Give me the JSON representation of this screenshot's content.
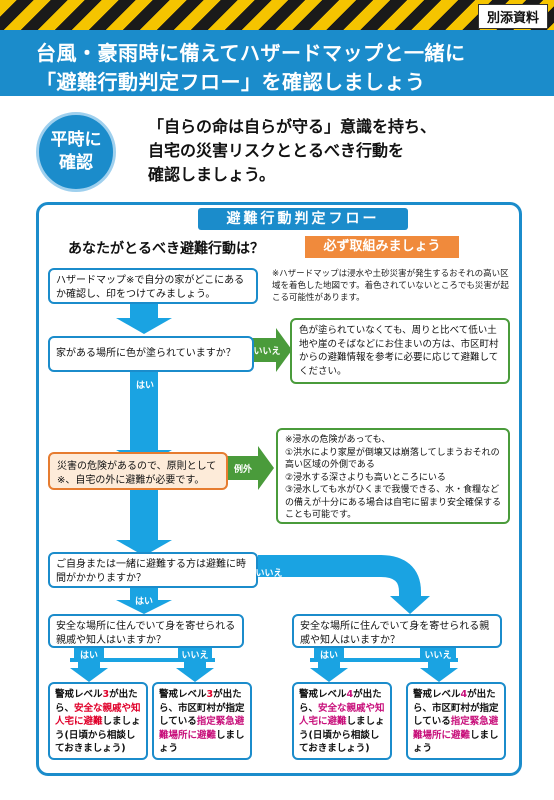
{
  "tag": "別添資料",
  "header": {
    "line1": "台風・豪雨時に備えてハザードマップと一緒に",
    "line2": "「避難行動判定フロー」を確認しましょう"
  },
  "badge": {
    "line1": "平時に",
    "line2": "確認"
  },
  "intro": {
    "line1": "「自らの命は自らが守る」意識を持ち、",
    "line2": "自宅の災害リスクととるべき行動を",
    "line3": "確認しましょう。"
  },
  "flow": {
    "title": "避難行動判定フロー",
    "question": "あなたがとるべき避難行動は？",
    "must": "必ず取組みましょう",
    "step1": "ハザードマップ※で自分の家がどこにあるか確認し、印をつけてみましょう。",
    "note": "※ハザードマップは浸水や土砂災害が発生するおそれの高い区域を着色した地図です。着色されていないところでも災害が起こる可能性があります。",
    "step2": "家がある場所に色が塗られていますか？",
    "no": "いいえ",
    "yes": "はい",
    "no_result": "色が塗られていなくても、周りと比べて低い土地や崖のそばなどにお住まいの方は、市区町村からの避難情報を参考に必要に応じて避難してください。",
    "step3": "災害の危険があるので、原則として※、自宅の外に避難が必要です。",
    "exception": "例外",
    "exception_lines": [
      "※浸水の危険があっても、",
      "①洪水により家屋が倒壊又は崩落してしまうおそれの高い区域の外側である",
      "②浸水する深さよりも高いところにいる",
      "③浸水しても水がひくまで我慢できる、水・食糧などの備えが十分にある場合は自宅に留まり安全確保することも可能です。"
    ],
    "step4": "ご自身または一緒に避難する方は避難に時間がかかりますか？",
    "left_q": "安全な場所に住んでいて身を寄せられる親戚や知人はいますか？",
    "right_q": "安全な場所に住んでいて身を寄せられる親戚や知人はいますか？",
    "r1": {
      "a": "警戒レベル",
      "lv": "3",
      "b": "が出たら、",
      "c": "安全な親戚や知人宅に避難",
      "d": "しましょう(日頃から相談しておきましょう)"
    },
    "r2": {
      "a": "警戒レベル",
      "lv": "3",
      "b": "が出たら、市区町村が指定している",
      "c": "指定緊急避難場所に避難",
      "d": "しましょう"
    },
    "r3": {
      "a": "警戒レベル",
      "lv": "4",
      "b": "が出たら、",
      "c": "安全な親戚や知人宅に避難",
      "d": "しましょう(日頃から相談しておきましょう)"
    },
    "r4": {
      "a": "警戒レベル",
      "lv": "4",
      "b": "が出たら、市区町村が指定している",
      "c": "指定緊急避難場所に避難",
      "d": "しましょう"
    }
  },
  "colors": {
    "blue": "#1b8ccb",
    "green": "#4a9b3b",
    "orange": "#e67c30",
    "red": "#e0002a",
    "pink": "#c8107b"
  }
}
